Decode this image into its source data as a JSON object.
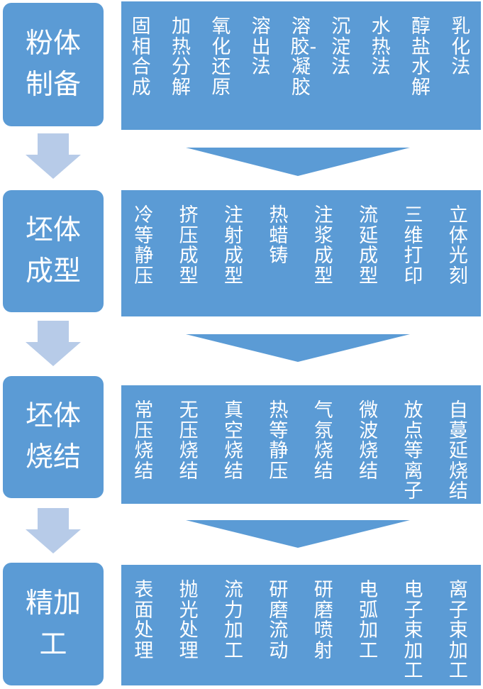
{
  "colors": {
    "box": "#5b9bd5",
    "arrow": "#b7cbe8"
  },
  "stages": [
    {
      "label_lines": [
        "粉体",
        "制备"
      ],
      "items": [
        "固相合成",
        "加热分解",
        "氧化还原",
        "溶出法",
        "溶胶-凝胶",
        "沉淀法",
        "水热法",
        "醇盐水解",
        "乳化法"
      ]
    },
    {
      "label_lines": [
        "坯体",
        "成型"
      ],
      "items": [
        "冷等静压",
        "挤压成型",
        "注射成型",
        "热蜡铸",
        "注浆成型",
        "流延成型",
        "三维打印",
        "立体光刻"
      ]
    },
    {
      "label_lines": [
        "坯体",
        "烧结"
      ],
      "items": [
        "常压烧结",
        "无压烧结",
        "真空烧结",
        "热等静压",
        "气氛烧结",
        "微波烧结",
        "放点等离子",
        "自蔓延烧结"
      ]
    },
    {
      "label_lines": [
        "精加",
        "工"
      ],
      "items": [
        "表面处理",
        "抛光处理",
        "流力加工",
        "研磨流动",
        "研磨喷射",
        "电弧加工",
        "电子束加工",
        "离子束加工"
      ]
    }
  ]
}
